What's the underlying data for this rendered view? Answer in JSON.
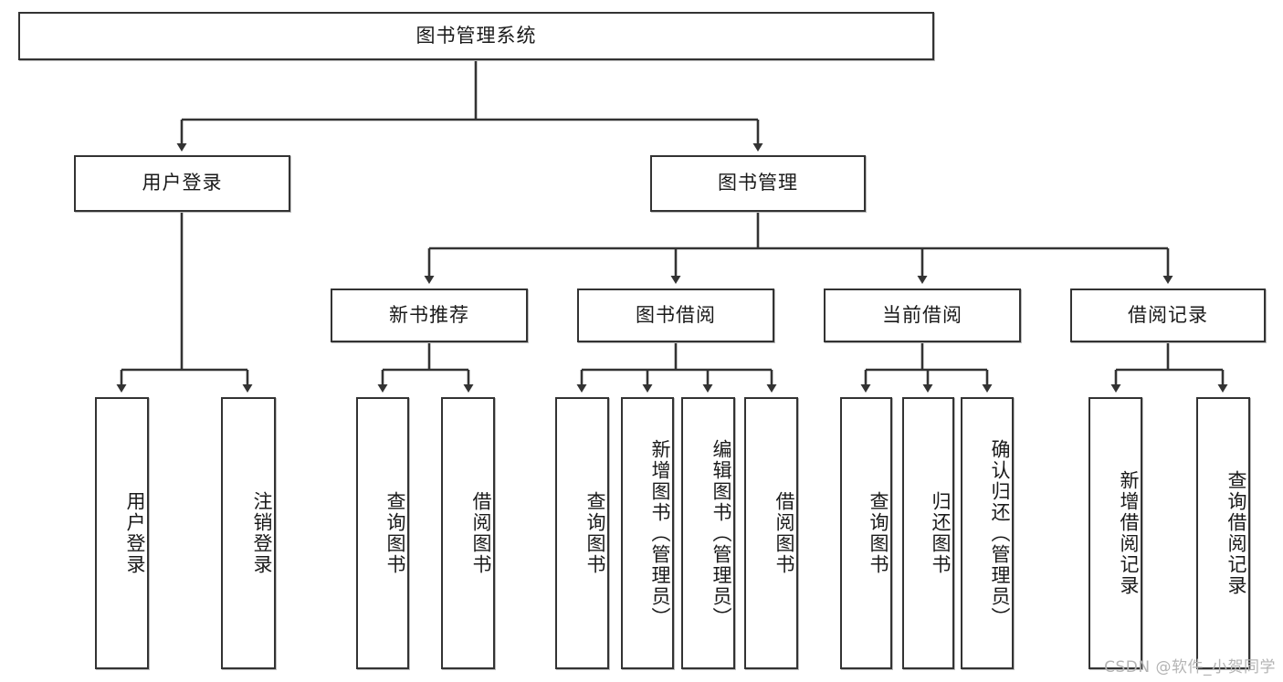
{
  "diagram": {
    "title": "图书管理系统",
    "type": "tree-structure-chart",
    "stroke_color": "#333333",
    "fill_color": "#ffffff",
    "text_color": "#1a1a1a"
  },
  "root": {
    "label": "图书管理系统"
  },
  "level2": [
    {
      "label": "用户登录"
    },
    {
      "label": "图书管理"
    }
  ],
  "level3": [
    {
      "label": "新书推荐"
    },
    {
      "label": "图书借阅"
    },
    {
      "label": "当前借阅"
    },
    {
      "label": "借阅记录"
    }
  ],
  "leaves": {
    "user_login": [
      {
        "label": "用户登录"
      },
      {
        "label": "注销登录"
      }
    ],
    "new_book": [
      {
        "label": "查询图书"
      },
      {
        "label": "借阅图书"
      }
    ],
    "book_borrow": [
      {
        "label": "查询图书"
      },
      {
        "label": "新增图书（管理员）"
      },
      {
        "label": "编辑图书（管理员）"
      },
      {
        "label": "借阅图书"
      }
    ],
    "current_borrow": [
      {
        "label": "查询图书"
      },
      {
        "label": "归还图书"
      },
      {
        "label": "确认归还（管理员）"
      }
    ],
    "borrow_record": [
      {
        "label": "新增借阅记录"
      },
      {
        "label": "查询借阅记录"
      }
    ]
  },
  "watermark": {
    "text": "CSDN @软件_小贺同学"
  }
}
